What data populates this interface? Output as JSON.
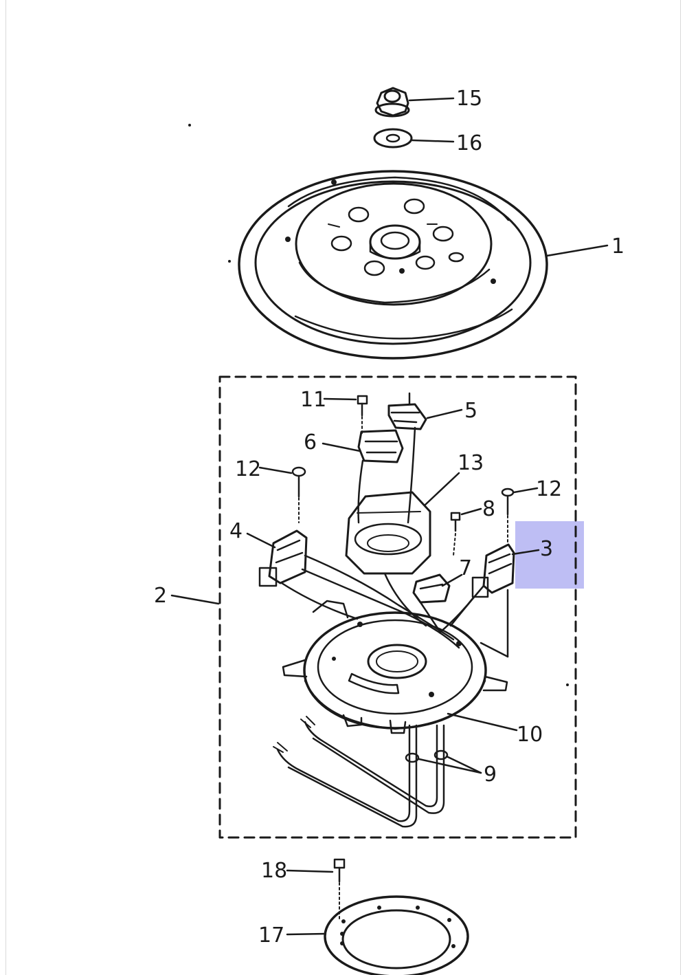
{
  "diagram": {
    "ink_color": "#1a1a1a",
    "background_color": "#ffffff",
    "highlight_color": "#b3b3f2",
    "highlighted_part": "3",
    "part_numbers": {
      "p1": "1",
      "p2": "2",
      "p3": "3",
      "p4": "4",
      "p5": "5",
      "p6": "6",
      "p7": "7",
      "p8": "8",
      "p9": "9",
      "p10": "10",
      "p11": "11",
      "p12a": "12",
      "p12b": "12",
      "p13": "13",
      "p15": "15",
      "p16": "16",
      "p17": "17",
      "p18": "18"
    }
  }
}
